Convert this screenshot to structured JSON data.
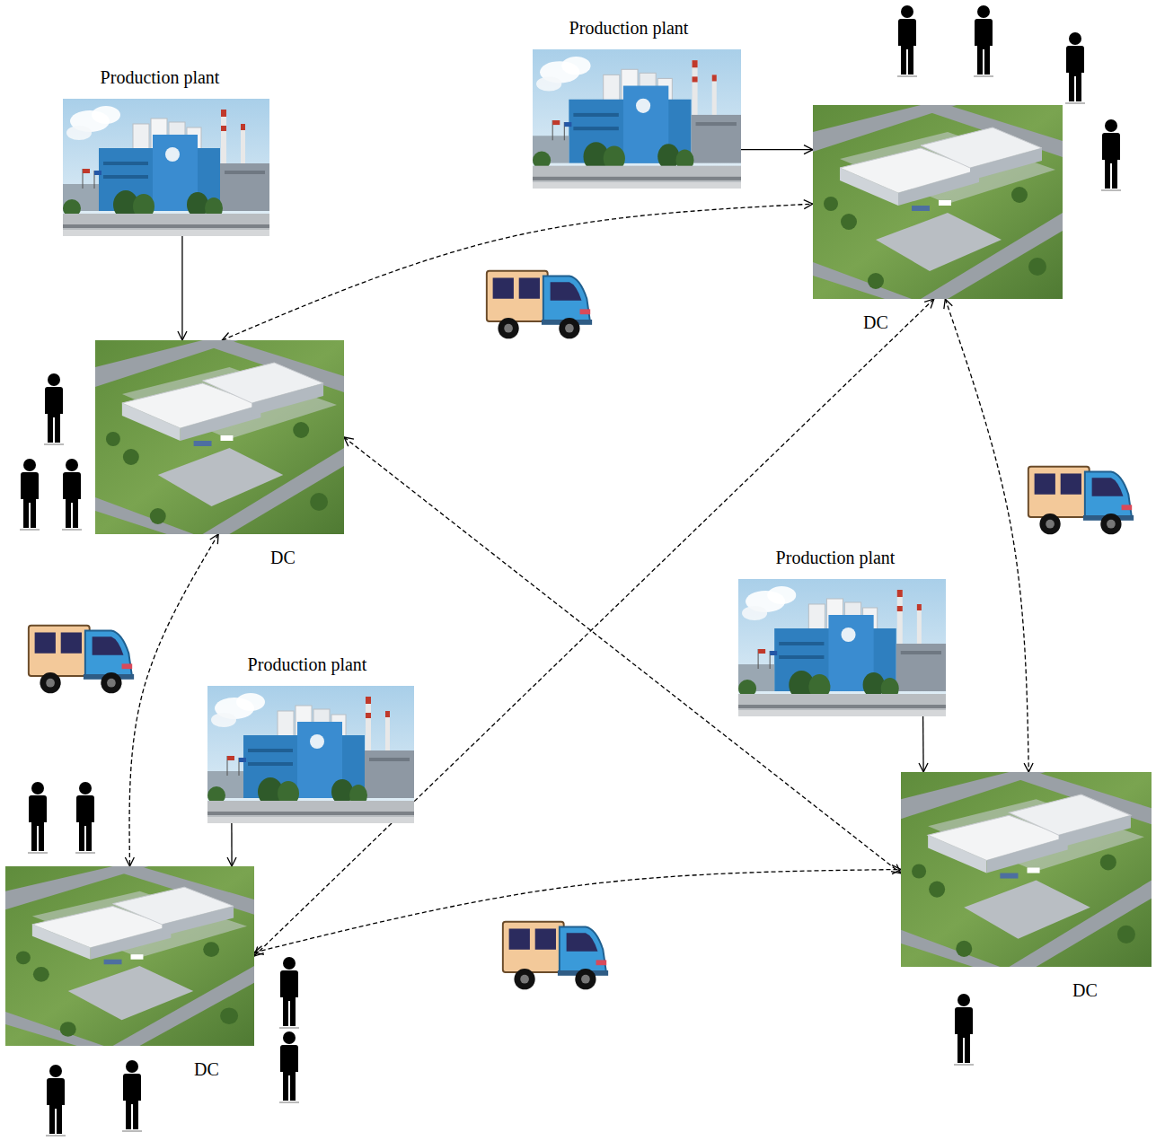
{
  "diagram": {
    "nodes": [
      {
        "text": [
          "Production plant"
        ]
      },
      {
        "text": [
          "Production plant"
        ]
      },
      {
        "text": [
          "DC"
        ]
      },
      {
        "text": [
          "DC"
        ]
      },
      {
        "text": [
          "Production plant"
        ]
      },
      {
        "text": [
          "Production plant"
        ]
      },
      {
        "text": [
          "DC"
        ]
      },
      {
        "text": [
          "DC"
        ]
      }
    ],
    "edges": [
      {
        "from": 1,
        "to": 3,
        "arrow": "to"
      },
      {
        "from": 0,
        "to": 2,
        "arrow": "to"
      },
      {
        "from": 4,
        "to": 6,
        "arrow": "to"
      },
      {
        "from": 5,
        "to": 7,
        "arrow": "to"
      },
      {
        "from": 3,
        "to": 2,
        "arrow": "both"
      },
      {
        "from": 3,
        "to": 7,
        "arrow": "both"
      },
      {
        "from": 3,
        "to": 6,
        "arrow": "both"
      },
      {
        "from": 2,
        "to": 7,
        "arrow": "both"
      },
      {
        "from": 2,
        "to": 6,
        "arrow": "both"
      },
      {
        "from": 7,
        "to": 6,
        "arrow": "both"
      }
    ]
  }
}
